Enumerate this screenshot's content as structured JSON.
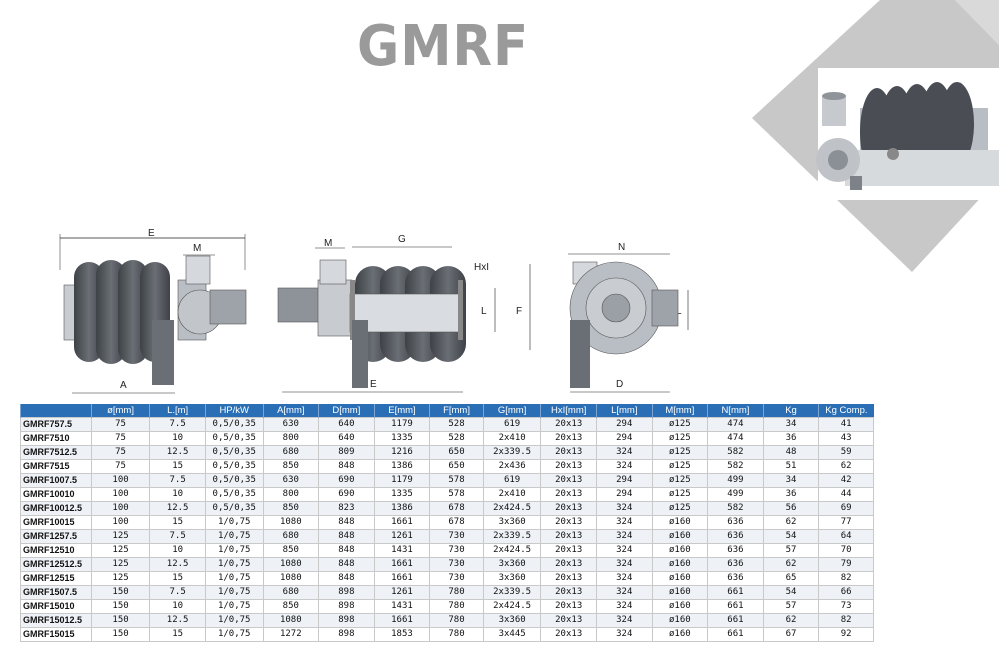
{
  "title": "GMRF",
  "colors": {
    "header_bg": "#2a6fb6",
    "title_gray": "#9a9a9a",
    "corner_gray": "#c8c8c8"
  },
  "drawing_labels": {
    "view1": {
      "e": "E",
      "m": "M",
      "a": "A"
    },
    "view2": {
      "m": "M",
      "g": "G",
      "hxl": "HxI",
      "l": "L",
      "e": "E"
    },
    "view3": {
      "n": "N",
      "f": "F",
      "l": "L",
      "d": "D"
    }
  },
  "table": {
    "headers": [
      "",
      "ø[mm]",
      "L.[m]",
      "HP/kW",
      "A[mm]",
      "D[mm]",
      "E[mm]",
      "F[mm]",
      "G[mm]",
      "HxI[mm]",
      "L[mm]",
      "M[mm]",
      "N[mm]",
      "Kg",
      "Kg Comp."
    ],
    "rows": [
      [
        "GMRF757.5",
        "75",
        "7.5",
        "0,5/0,35",
        "630",
        "640",
        "1179",
        "528",
        "619",
        "20x13",
        "294",
        "ø125",
        "474",
        "34",
        "41"
      ],
      [
        "GMRF7510",
        "75",
        "10",
        "0,5/0,35",
        "800",
        "640",
        "1335",
        "528",
        "2x410",
        "20x13",
        "294",
        "ø125",
        "474",
        "36",
        "43"
      ],
      [
        "GMRF7512.5",
        "75",
        "12.5",
        "0,5/0,35",
        "680",
        "809",
        "1216",
        "650",
        "2x339.5",
        "20x13",
        "324",
        "ø125",
        "582",
        "48",
        "59"
      ],
      [
        "GMRF7515",
        "75",
        "15",
        "0,5/0,35",
        "850",
        "848",
        "1386",
        "650",
        "2x436",
        "20x13",
        "324",
        "ø125",
        "582",
        "51",
        "62"
      ],
      [
        "GMRF1007.5",
        "100",
        "7.5",
        "0,5/0,35",
        "630",
        "690",
        "1179",
        "578",
        "619",
        "20x13",
        "294",
        "ø125",
        "499",
        "34",
        "42"
      ],
      [
        "GMRF10010",
        "100",
        "10",
        "0,5/0,35",
        "800",
        "690",
        "1335",
        "578",
        "2x410",
        "20x13",
        "294",
        "ø125",
        "499",
        "36",
        "44"
      ],
      [
        "GMRF10012.5",
        "100",
        "12.5",
        "0,5/0,35",
        "850",
        "823",
        "1386",
        "678",
        "2x424.5",
        "20x13",
        "324",
        "ø125",
        "582",
        "56",
        "69"
      ],
      [
        "GMRF10015",
        "100",
        "15",
        "1/0,75",
        "1080",
        "848",
        "1661",
        "678",
        "3x360",
        "20x13",
        "324",
        "ø160",
        "636",
        "62",
        "77"
      ],
      [
        "GMRF1257.5",
        "125",
        "7.5",
        "1/0,75",
        "680",
        "848",
        "1261",
        "730",
        "2x339.5",
        "20x13",
        "324",
        "ø160",
        "636",
        "54",
        "64"
      ],
      [
        "GMRF12510",
        "125",
        "10",
        "1/0,75",
        "850",
        "848",
        "1431",
        "730",
        "2x424.5",
        "20x13",
        "324",
        "ø160",
        "636",
        "57",
        "70"
      ],
      [
        "GMRF12512.5",
        "125",
        "12.5",
        "1/0,75",
        "1080",
        "848",
        "1661",
        "730",
        "3x360",
        "20x13",
        "324",
        "ø160",
        "636",
        "62",
        "79"
      ],
      [
        "GMRF12515",
        "125",
        "15",
        "1/0,75",
        "1080",
        "848",
        "1661",
        "730",
        "3x360",
        "20x13",
        "324",
        "ø160",
        "636",
        "65",
        "82"
      ],
      [
        "GMRF1507.5",
        "150",
        "7.5",
        "1/0,75",
        "680",
        "898",
        "1261",
        "780",
        "2x339.5",
        "20x13",
        "324",
        "ø160",
        "661",
        "54",
        "66"
      ],
      [
        "GMRF15010",
        "150",
        "10",
        "1/0,75",
        "850",
        "898",
        "1431",
        "780",
        "2x424.5",
        "20x13",
        "324",
        "ø160",
        "661",
        "57",
        "73"
      ],
      [
        "GMRF15012.5",
        "150",
        "12.5",
        "1/0,75",
        "1080",
        "898",
        "1661",
        "780",
        "3x360",
        "20x13",
        "324",
        "ø160",
        "661",
        "62",
        "82"
      ],
      [
        "GMRF15015",
        "150",
        "15",
        "1/0,75",
        "1272",
        "898",
        "1853",
        "780",
        "3x445",
        "20x13",
        "324",
        "ø160",
        "661",
        "67",
        "92"
      ]
    ]
  }
}
